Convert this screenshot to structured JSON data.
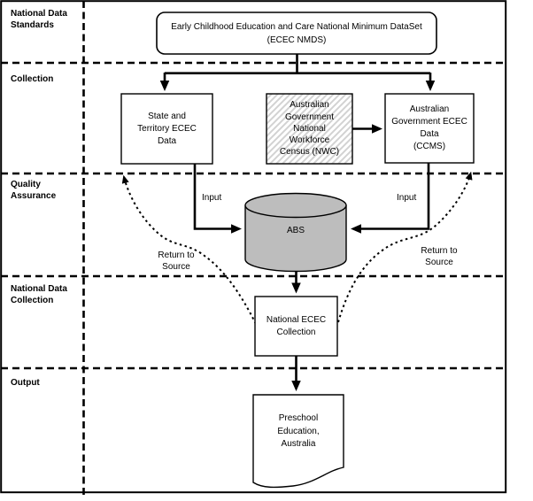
{
  "lanes": [
    {
      "label": "National Data\nStandards"
    },
    {
      "label": "Collection"
    },
    {
      "label": "Quality\nAssurance"
    },
    {
      "label": "National Data\nCollection"
    },
    {
      "label": "Output"
    }
  ],
  "nodes": {
    "nmds": {
      "label": "Early Childhood Education and Care National Minimum DataSet\n(ECEC NMDS)"
    },
    "state_territory": {
      "label": "State and\nTerritory ECEC\nData"
    },
    "nwc": {
      "label": "Australian\nGovernment\nNational\nWorkforce\nCensus (NWC)"
    },
    "ccms": {
      "label": "Australian\nGovernment ECEC\nData\n(CCMS)"
    },
    "abs": {
      "label": "ABS"
    },
    "national_collection": {
      "label": "National ECEC\nCollection"
    },
    "output_document": {
      "label": "Preschool\nEducation,\nAustralia"
    }
  },
  "edge_labels": {
    "input_left": {
      "label": "Input"
    },
    "input_right": {
      "label": "Input"
    },
    "return_left": {
      "label": "Return to\nSource"
    },
    "return_right": {
      "label": "Return to\nSource"
    }
  },
  "colors": {
    "line": "#000000",
    "cylinder_fill": "#bdbdbd",
    "hatch_line": "#d2d2d2",
    "box_fill": "#ffffff"
  }
}
